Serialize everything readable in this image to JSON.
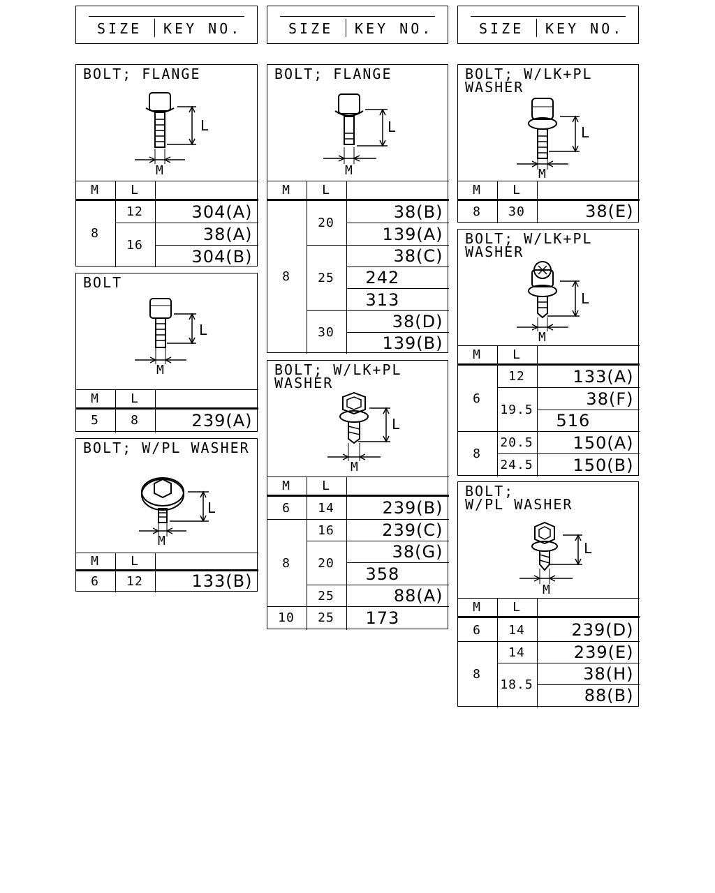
{
  "header": {
    "size_label": "SIZE",
    "key_label": "KEY NO."
  },
  "table_headers": {
    "m": "M",
    "l": "L"
  },
  "fig_labels": {
    "l": "L",
    "m": "M"
  },
  "boxes": {
    "b1": {
      "title": "BOLT; FLANGE",
      "rows": [
        {
          "m": "8",
          "l": "12",
          "keys": [
            "304(A)"
          ]
        },
        {
          "l": "16",
          "keys": [
            "38(A)",
            "304(B)"
          ]
        }
      ]
    },
    "b2": {
      "title": "BOLT",
      "rows": [
        {
          "m": "5",
          "l": "8",
          "keys": [
            "239(A)"
          ]
        }
      ]
    },
    "b3": {
      "title": "BOLT; W/PL WASHER",
      "rows": [
        {
          "m": "6",
          "l": "12",
          "keys": [
            "133(B)"
          ]
        }
      ]
    },
    "b4": {
      "title": "BOLT; FLANGE",
      "rows": [
        {
          "m": "8",
          "l": "20",
          "keys": [
            "38(B)",
            "139(A)"
          ]
        },
        {
          "l": "25",
          "keys": [
            "38(C)",
            "242",
            "313"
          ]
        },
        {
          "l": "30",
          "keys": [
            "38(D)",
            "139(B)"
          ]
        }
      ]
    },
    "b5": {
      "title": "BOLT; W/LK+PL\nWASHER",
      "rows": [
        {
          "m": "6",
          "l": "14",
          "keys": [
            "239(B)"
          ]
        },
        {
          "m": "8",
          "l": "16",
          "keys": [
            "239(C)"
          ]
        },
        {
          "l": "20",
          "keys": [
            "38(G)",
            "358"
          ]
        },
        {
          "l": "25",
          "keys": [
            "88(A)"
          ]
        },
        {
          "m": "10",
          "l": "25",
          "keys": [
            "173"
          ]
        }
      ]
    },
    "b6": {
      "title": "BOLT; W/LK+PL\nWASHER",
      "rows": [
        {
          "m": "8",
          "l": "30",
          "keys": [
            "38(E)"
          ]
        }
      ]
    },
    "b7": {
      "title": "BOLT; W/LK+PL\nWASHER",
      "rows": [
        {
          "m": "6",
          "l": "12",
          "keys": [
            "133(A)"
          ]
        },
        {
          "l": "19.5",
          "keys": [
            "38(F)",
            "516"
          ]
        },
        {
          "m": "8",
          "l": "20.5",
          "keys": [
            "150(A)"
          ]
        },
        {
          "l": "24.5",
          "keys": [
            "150(B)"
          ]
        }
      ]
    },
    "b8": {
      "title": "BOLT;\nW/PL WASHER",
      "rows": [
        {
          "m": "6",
          "l": "14",
          "keys": [
            "239(D)"
          ]
        },
        {
          "m": "8",
          "l": "14",
          "keys": [
            "239(E)"
          ]
        },
        {
          "l": "18.5",
          "keys": [
            "38(H)",
            "88(B)"
          ]
        }
      ]
    }
  }
}
